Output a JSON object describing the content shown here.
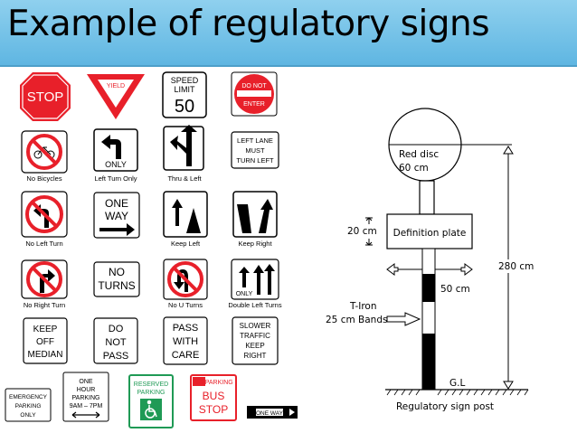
{
  "title": "Example of regulatory signs",
  "signs": {
    "stop": "STOP",
    "yield": "YIELD",
    "speed_limit": [
      "SPEED",
      "LIMIT",
      "50"
    ],
    "do_not_enter": [
      "DO NOT",
      "ENTER"
    ],
    "only": "ONLY",
    "left_lane_must_turn_left": [
      "LEFT LANE",
      "MUST",
      "TURN LEFT"
    ],
    "one_way": [
      "ONE",
      "WAY"
    ],
    "no_turns": [
      "NO",
      "TURNS"
    ],
    "double_left_only": "ONLY",
    "keep_off_median": [
      "KEEP",
      "OFF",
      "MEDIAN"
    ],
    "do_not_pass": [
      "DO",
      "NOT",
      "PASS"
    ],
    "pass_with_care": [
      "PASS",
      "WITH",
      "CARE"
    ],
    "slower_traffic_keep_right": [
      "SLOWER",
      "TRAFFIC",
      "KEEP",
      "RIGHT"
    ],
    "emergency_parking_only": [
      "EMERGENCY",
      "PARKING",
      "ONLY"
    ],
    "one_hour_parking": [
      "ONE",
      "HOUR",
      "PARKING",
      "9AM – 7PM"
    ],
    "reserved_parking": [
      "RESERVED",
      "PARKING"
    ],
    "no_parking_bus_stop": [
      "NO PARKING",
      "BUS",
      "STOP"
    ],
    "one_way_small": "ONE WAY"
  },
  "captions": {
    "no_bicycles": "No Bicycles",
    "left_turn_only": "Left Turn Only",
    "thru_left": "Thru & Left",
    "no_left_turn": "No Left Turn",
    "keep_left": "Keep Left",
    "keep_right": "Keep Right",
    "no_right_turn": "No Right Turn",
    "no_u_turns": "No U Turns",
    "double_left_turns": "Double Left Turns"
  },
  "diagram": {
    "red_disc": "Red disc",
    "disc_size": "60 cm",
    "plate_height": "20 cm",
    "definition_plate": "Definition plate",
    "post_height": "280 cm",
    "plate_width": "50 cm",
    "t_iron": "T-Iron",
    "bands": "25 cm Bands",
    "ground_level": "G.L",
    "caption": "Regulatory sign post"
  },
  "colors": {
    "title_bar": "#6cc0e8",
    "sign_red": "#e8202a",
    "reserved_green": "#1f9a55"
  }
}
